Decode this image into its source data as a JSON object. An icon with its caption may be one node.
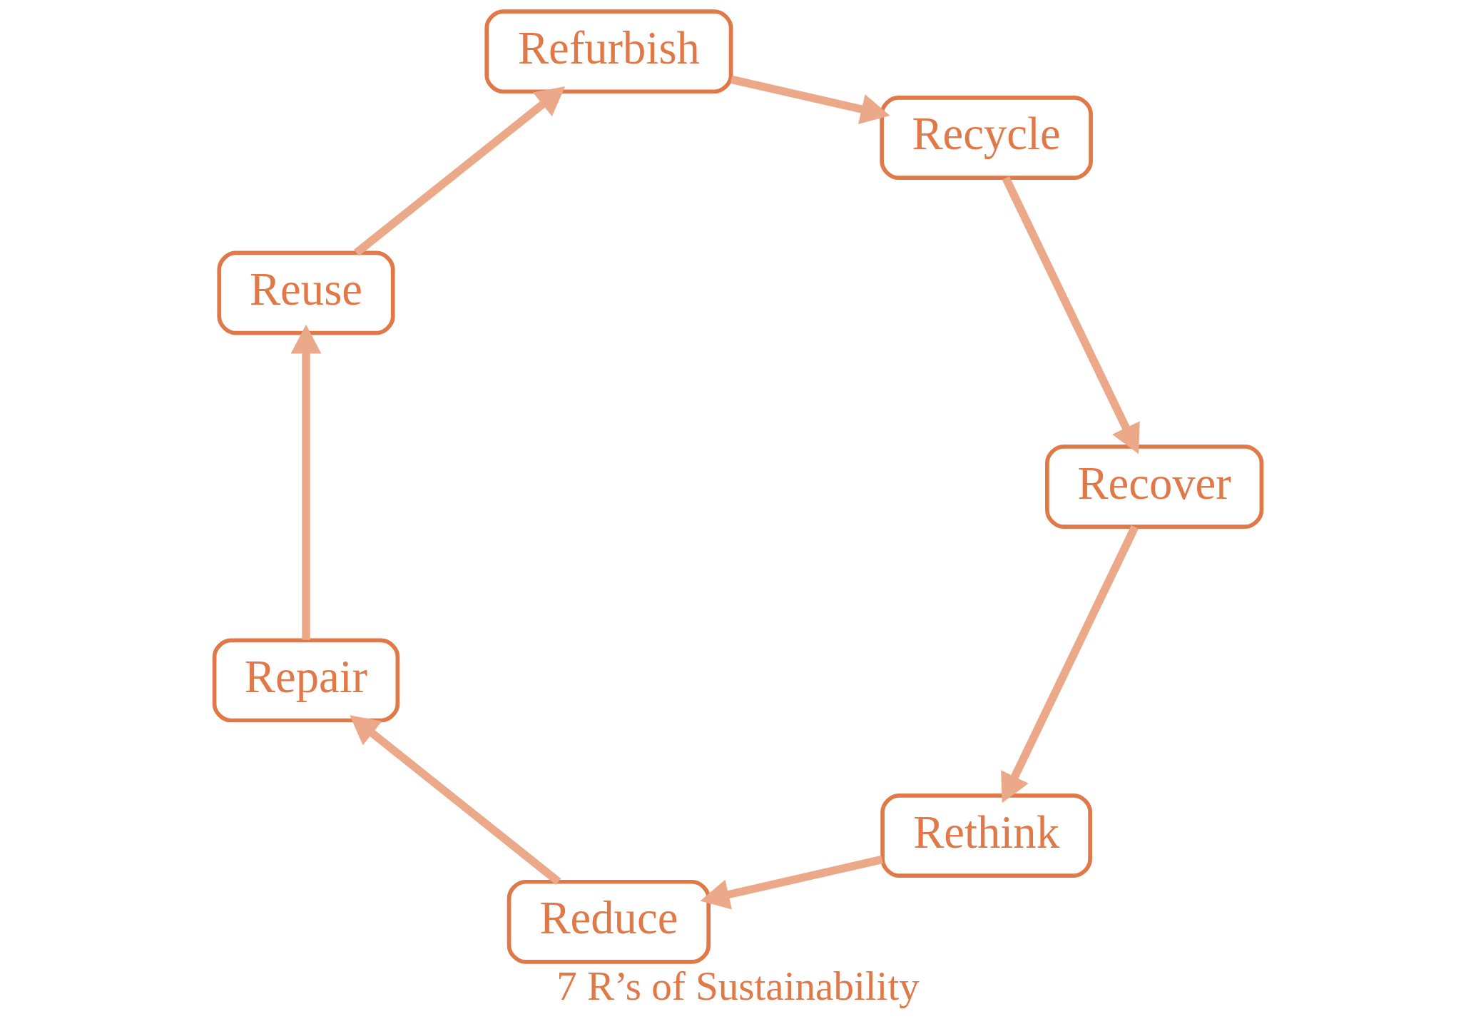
{
  "diagram": {
    "title": "7 R’s of Sustainability",
    "nodes": [
      {
        "text": [
          "Rethink"
        ]
      },
      {
        "text": [
          "Reduce"
        ]
      },
      {
        "text": [
          "Repair"
        ]
      },
      {
        "text": [
          "Reuse"
        ]
      },
      {
        "text": [
          "Refurbish"
        ]
      },
      {
        "text": [
          "Recycle"
        ]
      },
      {
        "text": [
          "Recover"
        ]
      }
    ],
    "edges": [
      {
        "from": 0,
        "to": 1,
        "arrow": "to"
      },
      {
        "from": 1,
        "to": 2,
        "arrow": "to"
      },
      {
        "from": 2,
        "to": 3,
        "arrow": "to"
      },
      {
        "from": 3,
        "to": 4,
        "arrow": "to"
      },
      {
        "from": 4,
        "to": 5,
        "arrow": "to"
      },
      {
        "from": 5,
        "to": 6,
        "arrow": "to"
      },
      {
        "from": 6,
        "to": 0,
        "arrow": "to"
      }
    ]
  }
}
